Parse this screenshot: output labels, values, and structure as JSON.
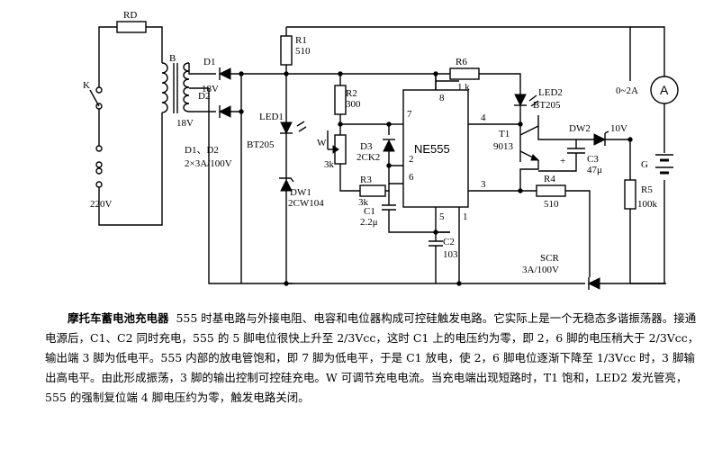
{
  "labels": {
    "rd": "RD",
    "k": "K",
    "b": "B",
    "d1": "D1",
    "d2": "D2",
    "v18a": "18V",
    "v18b": "18V",
    "ac": "220V",
    "dnote1": "D1、D2",
    "dnote2": "2×3A/100V",
    "r1": "R1",
    "r1v": "510",
    "led1": "LED1",
    "bt205a": "BT205",
    "dw1": "DW1",
    "dw1v": "2CW104",
    "r2": "R2",
    "r2v": "300",
    "w": "W",
    "wv": "3k",
    "d3": "D3",
    "d3v": "2CK2",
    "r3": "R3",
    "r3v": "3k",
    "c1": "C1",
    "c1v": "2.2μ",
    "r6": "R6",
    "r6v": "1 k",
    "chip": "NE555",
    "p8": "8",
    "p7": "7",
    "p4": "4",
    "p2": "2",
    "p6": "6",
    "p3": "3",
    "p5": "5",
    "p1": "1",
    "c2": "C2",
    "c2v": "103",
    "led2": "LED2",
    "bt205b": "BT205",
    "t1": "T1",
    "t1v": "9013",
    "dw2": "DW2",
    "dw2v": "10V",
    "c3": "C3",
    "c3v": "47μ",
    "r4": "R4",
    "r4v": "510",
    "r5": "R5",
    "r5v": "100k",
    "scr": "SCR",
    "scrv": "3A/100V",
    "ammeter": "A",
    "range": "0~2A",
    "g": "G",
    "plus": "+"
  },
  "caption": {
    "title": "摩托车蓄电池充电器",
    "body": "555 时基电路与外接电阻、电容和电位器构成可控硅触发电路。它实际上是一个无稳态多谐振荡器。接通电源后，C1、C2 同时充电，555 的 5 脚电位很快上升至 2/3Vcc，这时 C1 上的电压约为零，即 2，6 脚的电压稍大于 2/3Vcc，输出端 3 脚为低电平。555 内部的放电管饱和，即 7 脚为低电平，于是 C1 放电，使 2，6 脚电位逐渐下降至 1/3Vcc 时，3 脚输出高电平。由此形成振荡，3 脚的输出控制可控硅充电。W 可调节充电电流。当充电端出现短路时，T1 饱和，LED2 发光管亮，555 的强制复位端 4 脚电压约为零，触发电路关闭。"
  }
}
